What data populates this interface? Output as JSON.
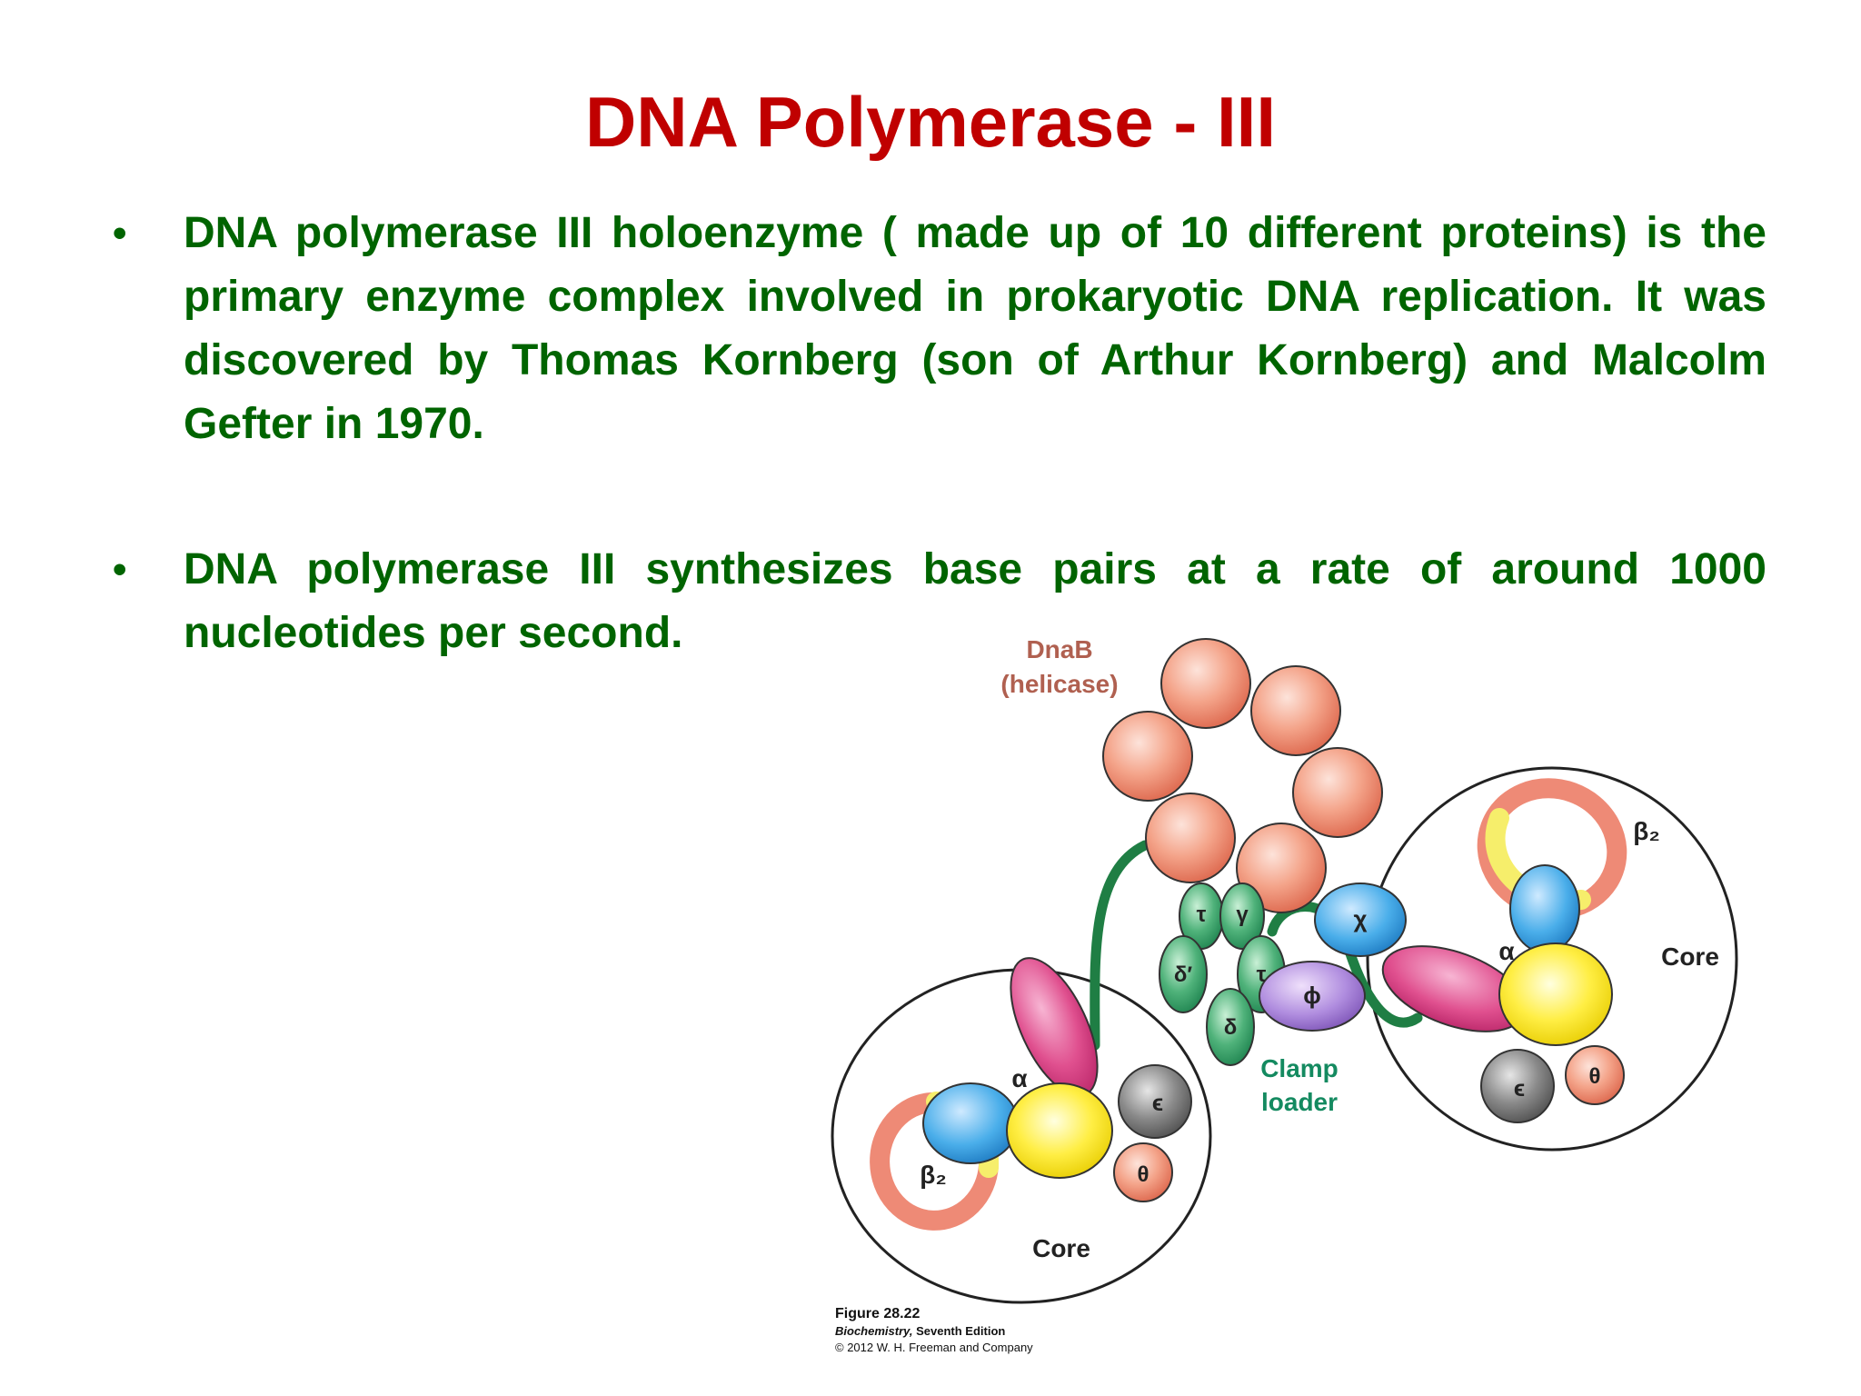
{
  "slide": {
    "title": "DNA Polymerase - III",
    "bullets": [
      {
        "marker": "•",
        "text": "DNA polymerase III holoenzyme ( made up of 10 different proteins) is the primary enzyme complex involved in prokaryotic DNA replication. It was discovered by Thomas Kornberg (son of Arthur Kornberg) and Malcolm Gefter in 1970."
      },
      {
        "marker": "•",
        "text": "DNA polymerase III synthesizes base pairs at a rate of around 1000 nucleotides per second."
      }
    ],
    "colors": {
      "title": "#c00000",
      "body_text": "#006400",
      "helicase": "#f4a48a",
      "alpha": "#e0508f",
      "epsilon_core": "#ffee44",
      "beta_clamp_ring": "#ee8a76",
      "epsilon_sphere": "#808080",
      "theta": "#f4876e",
      "clamp_loader": "#3aa66a",
      "chi": "#3aa0e6",
      "phi": "#a77dd6",
      "dnab_label": "#b06050",
      "clamp_loader_label": "#148a60"
    }
  },
  "figure": {
    "labels": {
      "dnab": "DnaB",
      "helicase": "(helicase)",
      "clamp_loader_line1": "Clamp",
      "clamp_loader_line2": "loader",
      "core_left": "Core",
      "core_right": "Core",
      "alpha": "α",
      "epsilon": "ϵ",
      "theta": "θ",
      "beta2": "β₂",
      "tau": "τ",
      "gamma": "γ",
      "delta_prime": "δ′",
      "delta": "δ",
      "chi": "χ",
      "phi": "ϕ"
    },
    "caption": {
      "figure_number": "Figure 28.22",
      "book_title": "Biochemistry,",
      "book_edition": " Seventh Edition",
      "copyright": "© 2012 W. H. Freeman and Company"
    }
  }
}
